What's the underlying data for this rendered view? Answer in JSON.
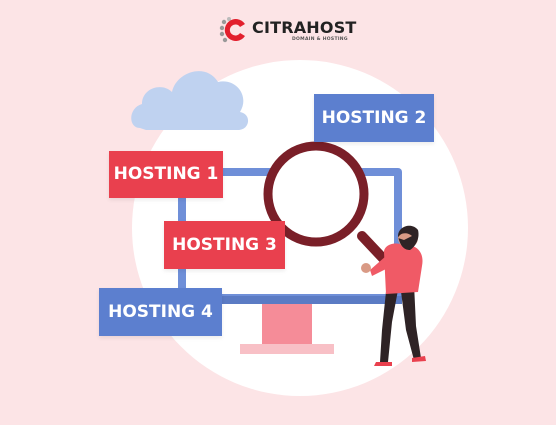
{
  "brand": {
    "name": "CITRAHOST",
    "tagline": "DOMAIN & HOSTING",
    "colors": {
      "red": "#e21f2d",
      "dark": "#222222"
    }
  },
  "tags": [
    {
      "label": "HOSTING 1",
      "color": "#e9404e"
    },
    {
      "label": "HOSTING 2",
      "color": "#5c7fcf"
    },
    {
      "label": "HOSTING 3",
      "color": "#e9404e"
    },
    {
      "label": "HOSTING 4",
      "color": "#5c7fcf"
    }
  ],
  "palette": {
    "background": "#fce4e6",
    "circle": "#ffffff",
    "cloud": "#bfd2f0",
    "monitor": "#6f8fd8",
    "screen": "#ffffff",
    "stand": "#f58c98",
    "magnifier": "#7a1f28"
  },
  "icons": [
    "cloud-illustration",
    "monitor-illustration",
    "magnifying-glass-icon",
    "person-illustration"
  ]
}
